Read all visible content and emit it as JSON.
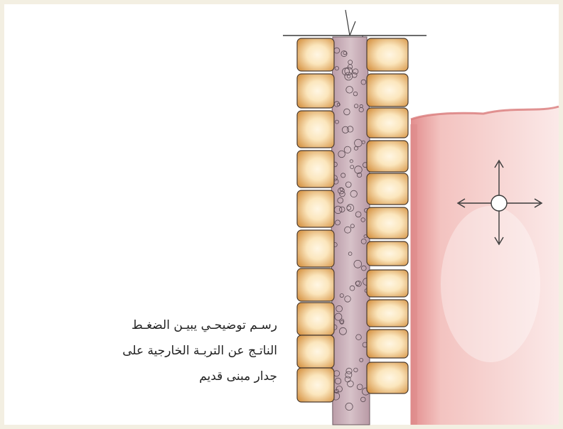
{
  "caption": {
    "lines": [
      "رسـم توضيحـي يبيـن الضغـط",
      "الناتـج عن التربـة الخارجية على",
      "جدار مبنى قديم"
    ]
  },
  "colors": {
    "page_border": "#f3efe2",
    "brick_fill": "#f6dcae",
    "brick_shade": "#d99a4e",
    "mortar": "#c6a9b3",
    "soil": "#e7a3a3",
    "line": "#3a3a3a"
  },
  "icons": [
    "pressure-arrows-icon"
  ]
}
